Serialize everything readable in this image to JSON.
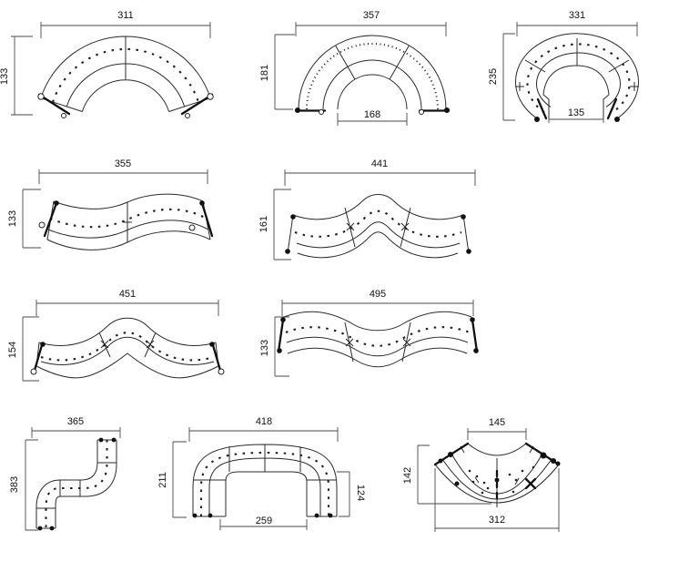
{
  "page": {
    "background": "#ffffff",
    "line_color": "#2b2b2b",
    "dim_line_color": "#4a4a4a",
    "text_color": "#111111",
    "description": "Technical top-view dimension drawings of modular curved sofa configurations"
  },
  "figures": [
    {
      "name": "quarter-arc-2-seat",
      "dims": {
        "width": "311",
        "height": "133"
      }
    },
    {
      "name": "semicircle-3-seat",
      "dims": {
        "width": "357",
        "height": "181",
        "inner_width": "168"
      }
    },
    {
      "name": "horseshoe-ring",
      "dims": {
        "width": "331",
        "height": "235",
        "opening_width": "135"
      }
    },
    {
      "name": "s-wave-2-seat",
      "dims": {
        "width": "355",
        "height": "133"
      }
    },
    {
      "name": "hump-wave-3-seat",
      "dims": {
        "width": "441",
        "height": "161"
      }
    },
    {
      "name": "peak-wave-3-seat",
      "dims": {
        "width": "451",
        "height": "154"
      }
    },
    {
      "name": "long-wave-3-seat",
      "dims": {
        "width": "495",
        "height": "133"
      }
    },
    {
      "name": "vertical-s-pipe",
      "dims": {
        "width": "365",
        "height": "383"
      }
    },
    {
      "name": "u-arch",
      "dims": {
        "width": "418",
        "height": "211",
        "inner_width": "259",
        "leg_height": "124"
      }
    },
    {
      "name": "valley-arc",
      "dims": {
        "top_width": "145",
        "height": "142",
        "width": "312"
      }
    }
  ]
}
